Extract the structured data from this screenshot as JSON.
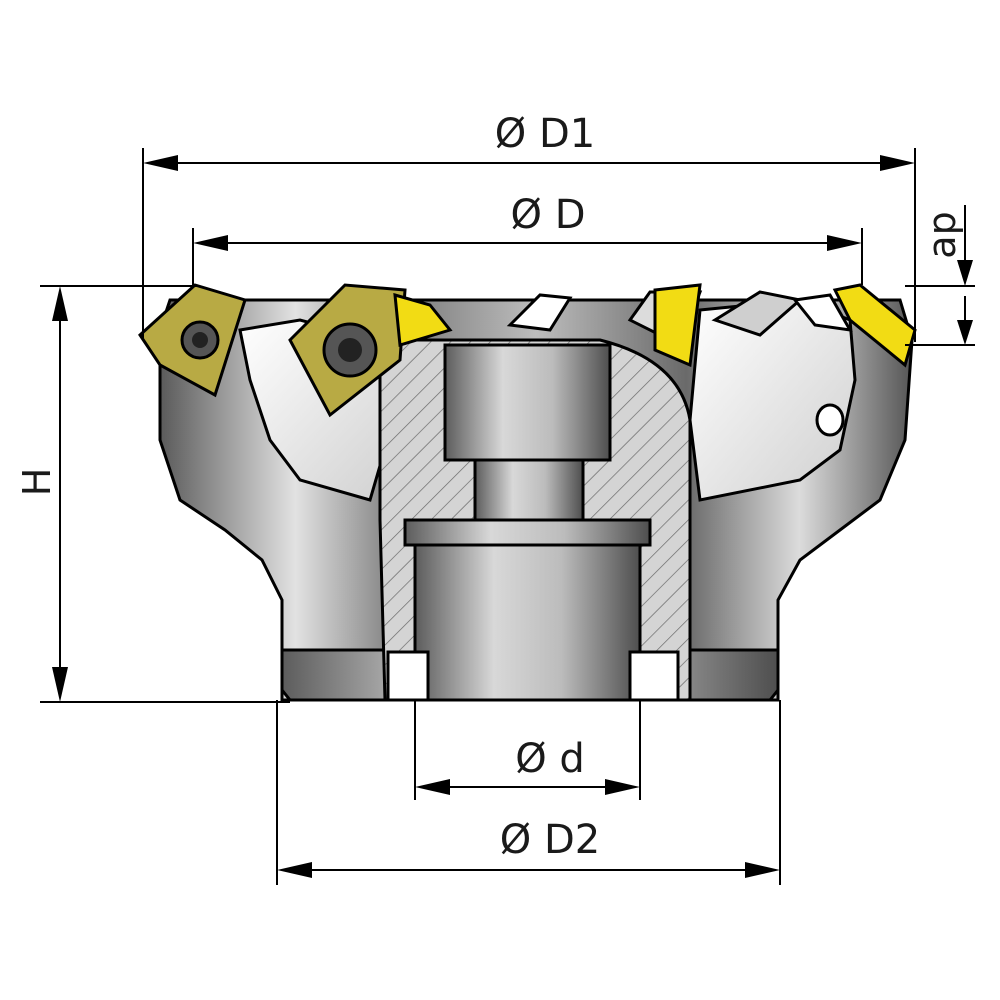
{
  "dimensions": {
    "d1": "Ø D1",
    "d": "Ø D",
    "ap": "ap",
    "h": "H",
    "small_d": "Ø d",
    "d2": "Ø D2"
  },
  "colors": {
    "body_dark": "#4a4a4a",
    "body_mid": "#8c8c8c",
    "body_light": "#d9d9d9",
    "insert_yellow": "#e6d21a",
    "insert_olive": "#a89a3a",
    "section_hatch": "#777777",
    "line": "#000000"
  }
}
